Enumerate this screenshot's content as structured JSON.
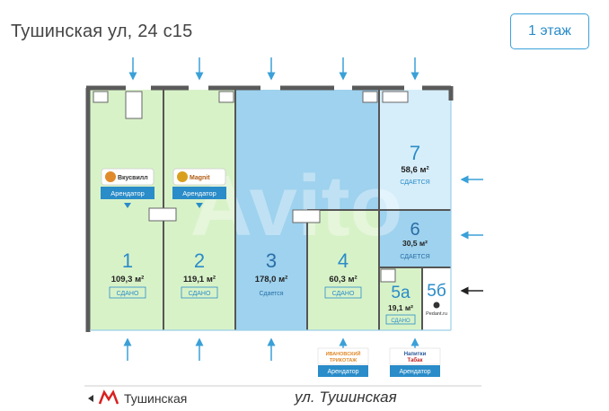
{
  "header": {
    "address": "Тушинская ул, 24 с15",
    "floor_button": "1 этаж"
  },
  "colors": {
    "green": "#d8f2c8",
    "blue": "#9ed2ee",
    "light_blue": "#d6eefa",
    "wall": "#5a5a5a",
    "accent": "#2a8cc8",
    "arrow": "#3aa0d8"
  },
  "units": [
    {
      "number": "1",
      "area": "109,3 м²",
      "status": "СДАНО"
    },
    {
      "number": "2",
      "area": "119,1 м²",
      "status": "СДАНО"
    },
    {
      "number": "3",
      "area": "178,0 м²",
      "status": "Сдается"
    },
    {
      "number": "4",
      "area": "60,3 м²",
      "status": "СДАНО"
    },
    {
      "number": "5а",
      "area": "19,1 м²",
      "status": "СДАНО"
    },
    {
      "number": "5б",
      "area": "",
      "status": ""
    },
    {
      "number": "6",
      "area": "30,5 м²",
      "status": "СДАЕТСЯ"
    },
    {
      "number": "7",
      "area": "58,6 м²",
      "status": "СДАЕТСЯ"
    }
  ],
  "tenants": {
    "unit1": {
      "logo": "Вкусвилл",
      "label": "Арендатор"
    },
    "unit2": {
      "logo": "Magnit",
      "label": "Арендатор"
    },
    "unit4": {
      "logo": "ИВАНОВСКИЙ ТРИКОТАЖ",
      "label": "Арендатор"
    },
    "unit5a": {
      "logo": "Напитки Табак",
      "label": "Арендатор"
    },
    "unit5b": {
      "logo": "Pedant.ru"
    }
  },
  "footer": {
    "metro_icon": "metro-m-icon",
    "metro_name": "Тушинская",
    "street": "ул. Тушинская"
  }
}
